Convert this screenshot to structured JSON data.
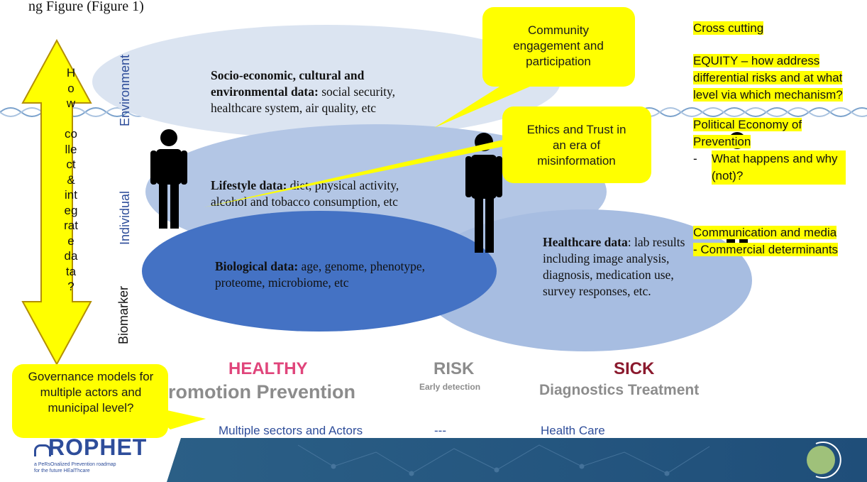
{
  "top_caption": "ng Figure (Figure 1)",
  "side_labels": {
    "environment": "Environment",
    "individual": "Individual",
    "biomarker": "Biomarker"
  },
  "arrow_text": [
    "H",
    "o",
    "w",
    "",
    "co",
    "lle",
    "ct",
    "&",
    "int",
    "eg",
    "rat",
    "e",
    "da",
    "ta",
    "?"
  ],
  "ellipses": {
    "socio": {
      "title": "Socio-economic, cultural and environmental data:",
      "body": "social security, healthcare system, air quality,  etc"
    },
    "lifestyle": {
      "title": "Lifestyle data:",
      "body": "diet, physical activity, alcohol and tobacco consumption,  etc"
    },
    "biological": {
      "title": "Biological data:",
      "body": "age, genome, phenotype, proteome, microbiome, etc"
    },
    "healthcare": {
      "title": "Healthcare data",
      "body": ": lab results including image analysis, diagnosis, medication use, survey responses, etc."
    }
  },
  "callouts": {
    "community": "Community engagement and participation",
    "ethics": "Ethics and Trust in an era of misinformation",
    "governance": "Governance models for multiple actors and municipal level?"
  },
  "cross_cutting": {
    "title": "Cross cutting",
    "equity": "EQUITY – how address differential risks and at what level via which mechanism?",
    "political": "Political Economy of Prevention",
    "political_sub": "What happens and why (not)?",
    "comms": "Communication and media",
    "comms_sub": "- Commercial determinants"
  },
  "stages": {
    "healthy": "HEALTHY",
    "healthy_sub": "romotion Prevention",
    "risk": "RISK",
    "risk_sub": "Early detection",
    "sick": "SICK",
    "sick_sub": "Diagnostics Treatment"
  },
  "bottom_row": {
    "sectors": "Multiple sectors and Actors",
    "dashes": "---",
    "care": "Health Care"
  },
  "logo": {
    "name": "ROPHET",
    "tag1": "a PeRsOnalized Prevention roadmap",
    "tag2": "for the future HEalThcare"
  },
  "colors": {
    "yellow": "#ffff00",
    "healthy": "#e0457b",
    "sick": "#8b1a2e",
    "gray": "#8c8c8c",
    "blue_text": "#2e4d9a",
    "footer": "#1f4e79"
  }
}
